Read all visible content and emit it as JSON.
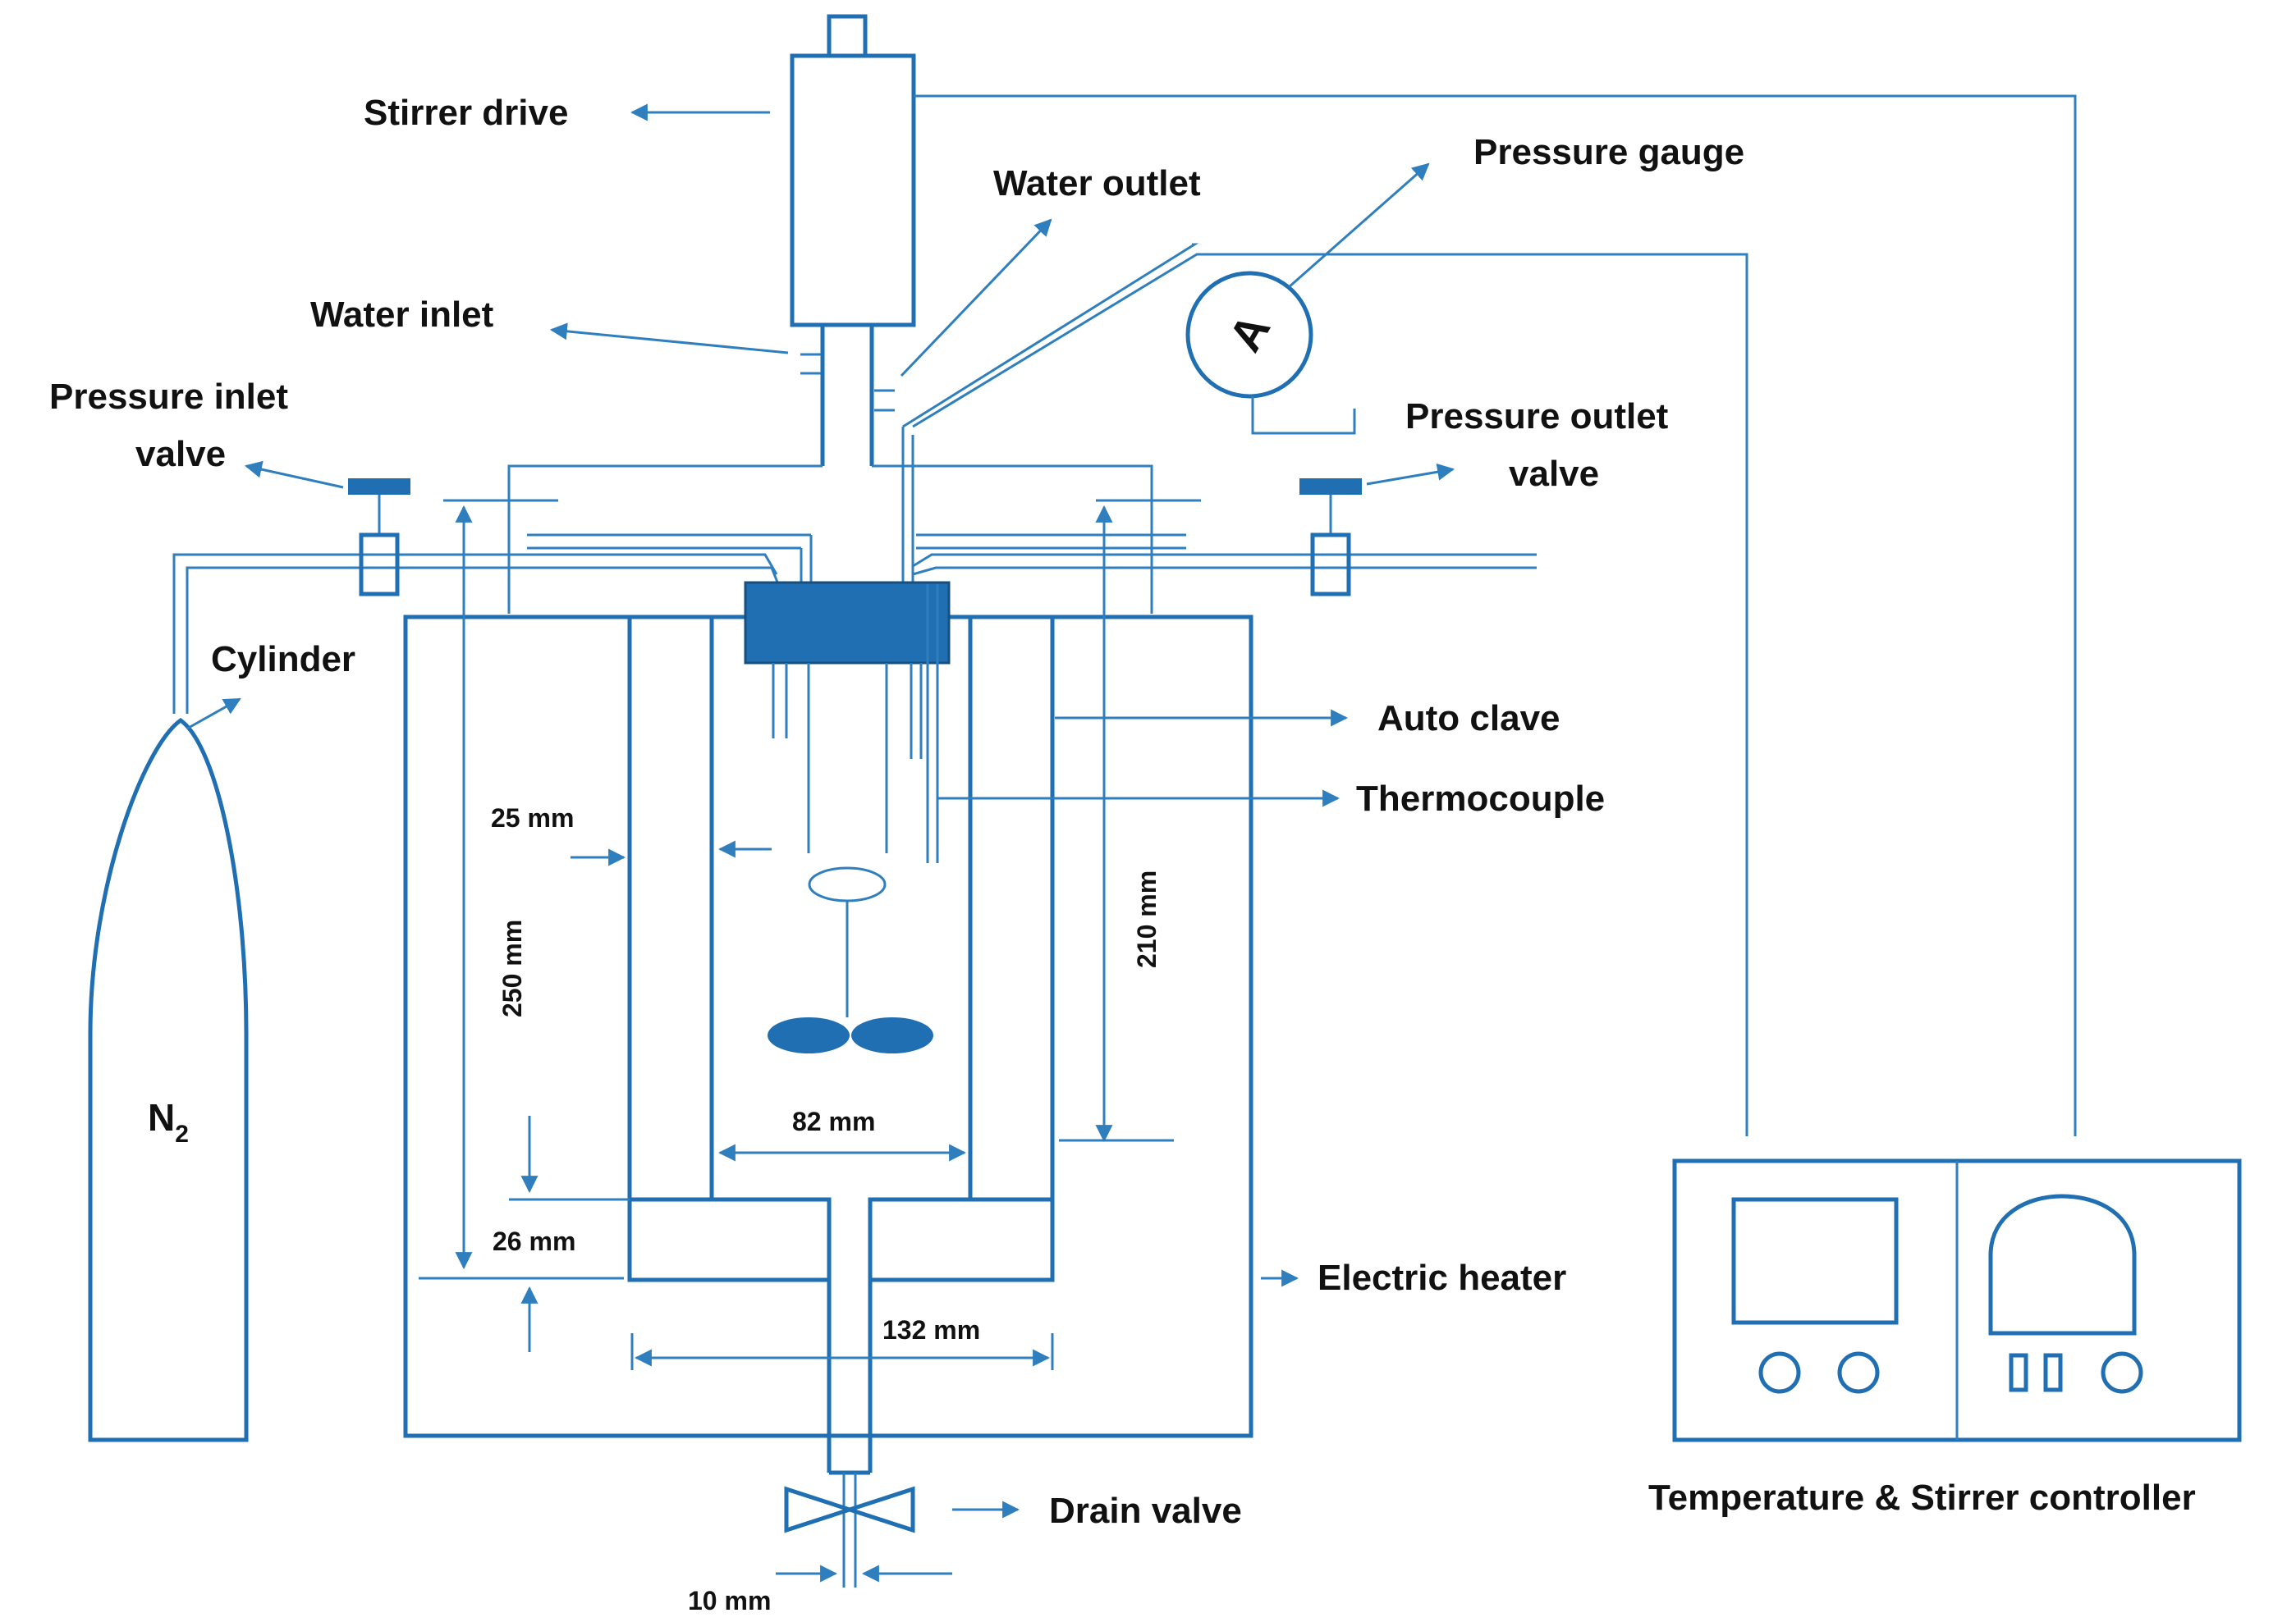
{
  "colors": {
    "line": "#2f7fbf",
    "fill": "#1f6fb2",
    "text": "#111111",
    "background": "#ffffff"
  },
  "labels": {
    "stirrer_drive": "Stirrer drive",
    "water_outlet": "Water outlet",
    "pressure_gauge": "Pressure gauge",
    "water_inlet": "Water inlet",
    "pressure_inlet_valve_line1": "Pressure inlet",
    "pressure_inlet_valve_line2": "valve",
    "pressure_outlet_valve_line1": "Pressure outlet",
    "pressure_outlet_valve_line2": "valve",
    "cylinder": "Cylinder",
    "gas_symbol": "N",
    "gas_subscript": "2",
    "autoclave": "Auto clave",
    "thermocouple": "Thermocouple",
    "electric_heater": "Electric heater",
    "drain_valve": "Drain valve",
    "controller": "Temperature & Stirrer controller",
    "gauge_letter": "A"
  },
  "dimensions": {
    "wall_thickness": "25 mm",
    "total_height": "250 mm",
    "inner_height": "210 mm",
    "inner_diameter": "82 mm",
    "base_thickness": "26 mm",
    "outer_diameter": "132 mm",
    "drain_diameter": "10 mm"
  },
  "icons": {
    "gauge": "pressure-gauge-icon",
    "cylinder": "gas-cylinder-icon",
    "drain_valve": "drain-valve-icon",
    "controller_display": "display-screen-icon",
    "controller_knob": "knob-icon",
    "stirrer_impeller": "impeller-icon"
  }
}
